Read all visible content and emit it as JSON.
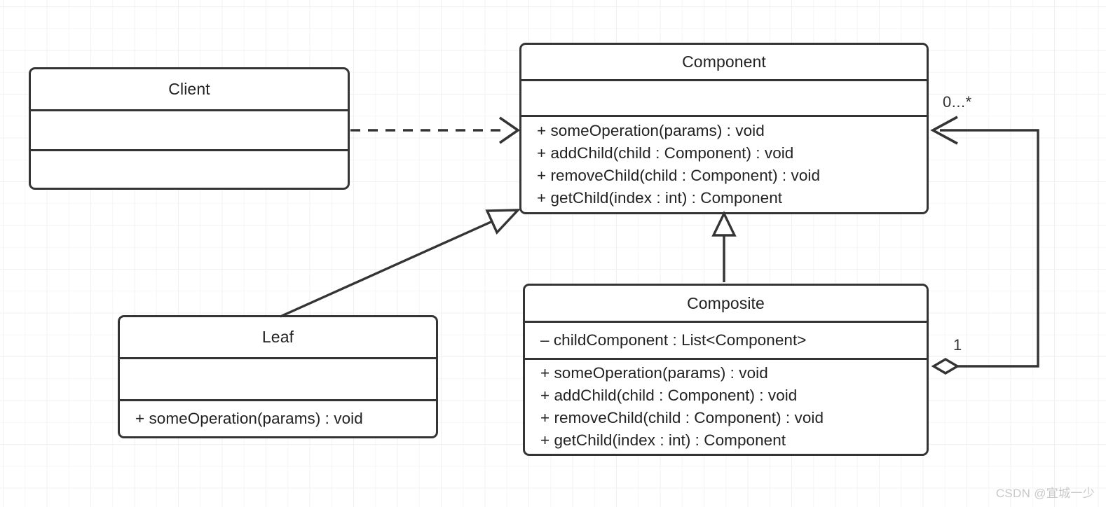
{
  "diagram": {
    "kind": "uml-class-diagram",
    "pattern": "Composite",
    "colors": {
      "stroke": "#343434",
      "text": "#222222",
      "background": "#ffffff",
      "grid_minor": "#f6f6f6",
      "grid_major": "#f0f0f0",
      "watermark": "#c8c8c8"
    }
  },
  "classes": {
    "client": {
      "name": "Client",
      "attributes": [],
      "operations": []
    },
    "component": {
      "name": "Component",
      "attributes": [],
      "operations": [
        "+ someOperation(params) : void",
        "+ addChild(child : Component) : void",
        "+ removeChild(child : Component) : void",
        "+ getChild(index : int) : Component"
      ]
    },
    "leaf": {
      "name": "Leaf",
      "attributes": [],
      "operations": [
        "+ someOperation(params) : void"
      ]
    },
    "composite": {
      "name": "Composite",
      "attributes": [
        "– childComponent : List<Component>"
      ],
      "operations": [
        "+ someOperation(params) : void",
        "+ addChild(child : Component) : void",
        "+ removeChild(child : Component) : void",
        "+ getChild(index : int) : Component"
      ]
    }
  },
  "relationships": [
    {
      "id": "client-uses-component",
      "type": "dependency",
      "style": "dashed",
      "arrowhead": "open-v",
      "from": "Client",
      "to": "Component",
      "label": ""
    },
    {
      "id": "leaf-extends-component",
      "type": "generalization",
      "style": "solid",
      "arrowhead": "hollow-triangle",
      "from": "Leaf",
      "to": "Component",
      "label": ""
    },
    {
      "id": "composite-extends-component",
      "type": "generalization",
      "style": "solid",
      "arrowhead": "hollow-triangle",
      "from": "Composite",
      "to": "Component",
      "label": ""
    },
    {
      "id": "composite-aggregates-component",
      "type": "aggregation",
      "style": "solid",
      "arrowhead": "open-v",
      "diamond": "hollow",
      "from": "Composite",
      "to": "Component",
      "source_multiplicity": "1",
      "target_multiplicity": "0...*"
    }
  ],
  "multiplicity": {
    "component_end": "0...*",
    "composite_end": "1"
  },
  "watermark": {
    "text": "CSDN @宜城一少"
  }
}
